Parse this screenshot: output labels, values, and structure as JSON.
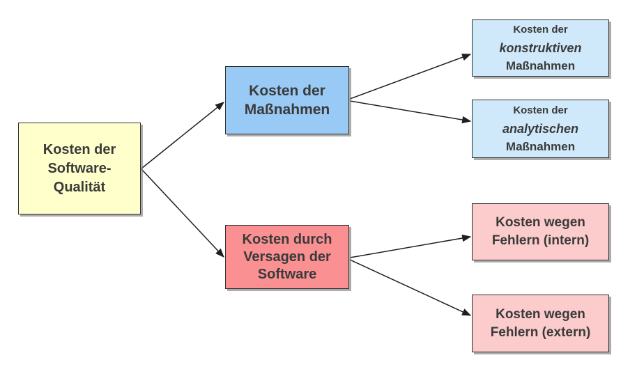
{
  "diagram": {
    "nodes": {
      "root": {
        "id": "root",
        "lines": [
          "Kosten der",
          "Software-",
          "Qualität"
        ]
      },
      "massnahmen": {
        "id": "massnahmen",
        "lines": [
          "Kosten der",
          "Maßnahmen"
        ]
      },
      "versagen": {
        "id": "versagen",
        "lines": [
          "Kosten durch",
          "Versagen der",
          "Software"
        ]
      },
      "konstruktiv": {
        "id": "konstruktiv",
        "lines": [
          "Kosten der",
          "konstruktiven",
          "Maßnahmen"
        ]
      },
      "analytisch": {
        "id": "analytisch",
        "lines": [
          "Kosten der",
          "analytischen",
          "Maßnahmen"
        ]
      },
      "intern": {
        "id": "intern",
        "lines": [
          "Kosten wegen",
          "Fehlern (intern)"
        ]
      },
      "extern": {
        "id": "extern",
        "lines": [
          "Kosten wegen",
          "Fehlern (extern)"
        ]
      }
    },
    "edges": [
      {
        "from": "root",
        "to": "massnahmen"
      },
      {
        "from": "root",
        "to": "versagen"
      },
      {
        "from": "massnahmen",
        "to": "konstruktiv"
      },
      {
        "from": "massnahmen",
        "to": "analytisch"
      },
      {
        "from": "versagen",
        "to": "intern"
      },
      {
        "from": "versagen",
        "to": "extern"
      }
    ]
  },
  "colors": {
    "root-fill": "#FFFFCC",
    "branch-blue-fill": "#99C9F5",
    "branch-red-fill": "#FA9092",
    "leaf-blue-fill": "#CFE9FA",
    "leaf-pink-fill": "#FBCCCB",
    "arrow-color": "#1F1F1F",
    "text-color": "#3A3A3A"
  }
}
